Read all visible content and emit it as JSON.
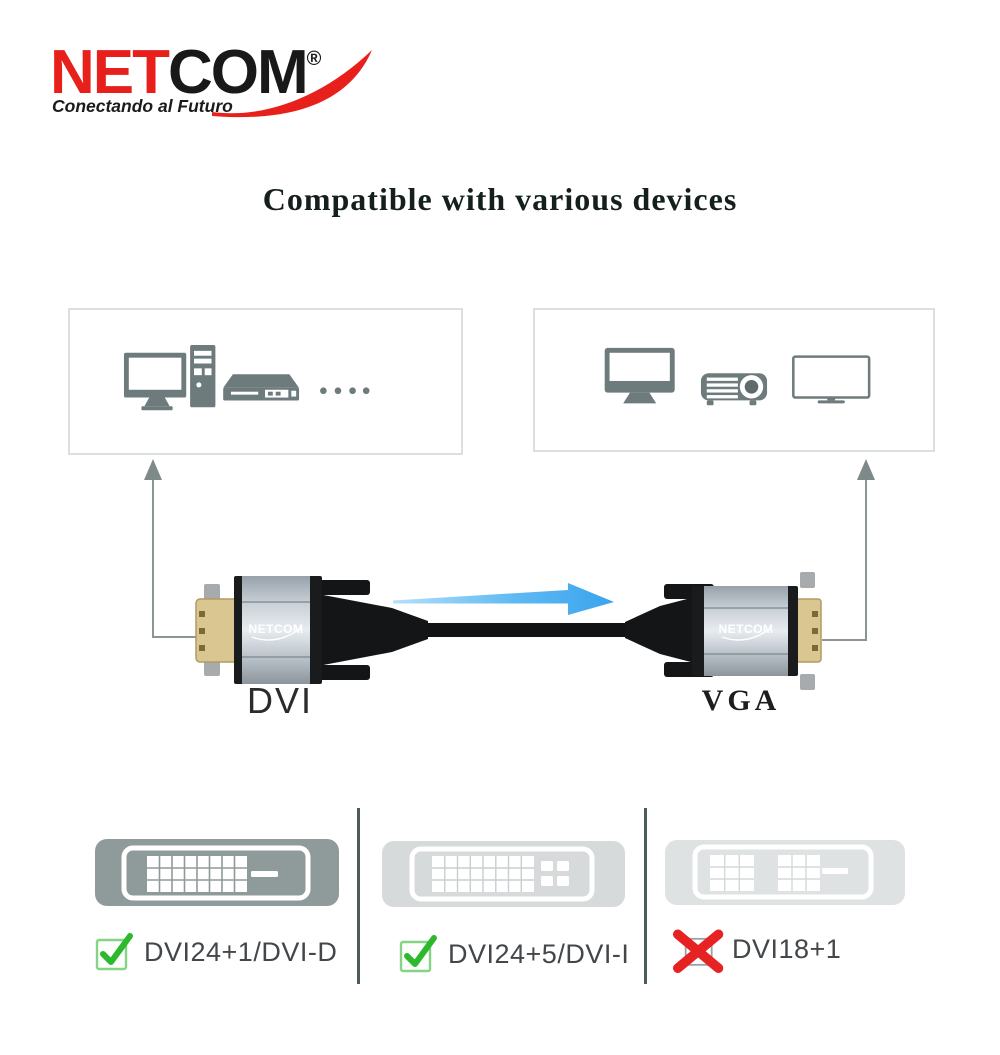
{
  "brand": {
    "wordmark_primary": "NET",
    "wordmark_secondary": "COM",
    "registered_mark": "®",
    "tagline": "Conectando al Futuro"
  },
  "title": "Compatible with various devices",
  "source_devices_panel": {
    "icons": [
      {
        "name": "desktop-computer"
      },
      {
        "name": "dvd-player"
      },
      {
        "name": "more-devices-dots"
      }
    ]
  },
  "display_devices_panel": {
    "icons": [
      {
        "name": "monitor"
      },
      {
        "name": "projector"
      },
      {
        "name": "tv"
      }
    ]
  },
  "cable": {
    "left_connector_label": "DVI",
    "right_connector_label": "VGA",
    "connector_brand": "NETCOM"
  },
  "compatibility": {
    "items": [
      {
        "label": "DVI24+1/DVI-D",
        "supported": true,
        "connector_type": "dvi-d-24-plus-1"
      },
      {
        "label": "DVI24+5/DVI-I",
        "supported": true,
        "connector_type": "dvi-i-24-plus-5"
      },
      {
        "label": "DVI18+1",
        "supported": false,
        "connector_type": "dvi-18-plus-1"
      }
    ]
  },
  "colors": {
    "brand_red": "#e8201c",
    "icon_gray": "#6e7b7d",
    "check_green": "#2eb82e",
    "cross_red": "#e62222",
    "arrow_blue": "#45aaee",
    "connector_gold": "#d9c690"
  }
}
